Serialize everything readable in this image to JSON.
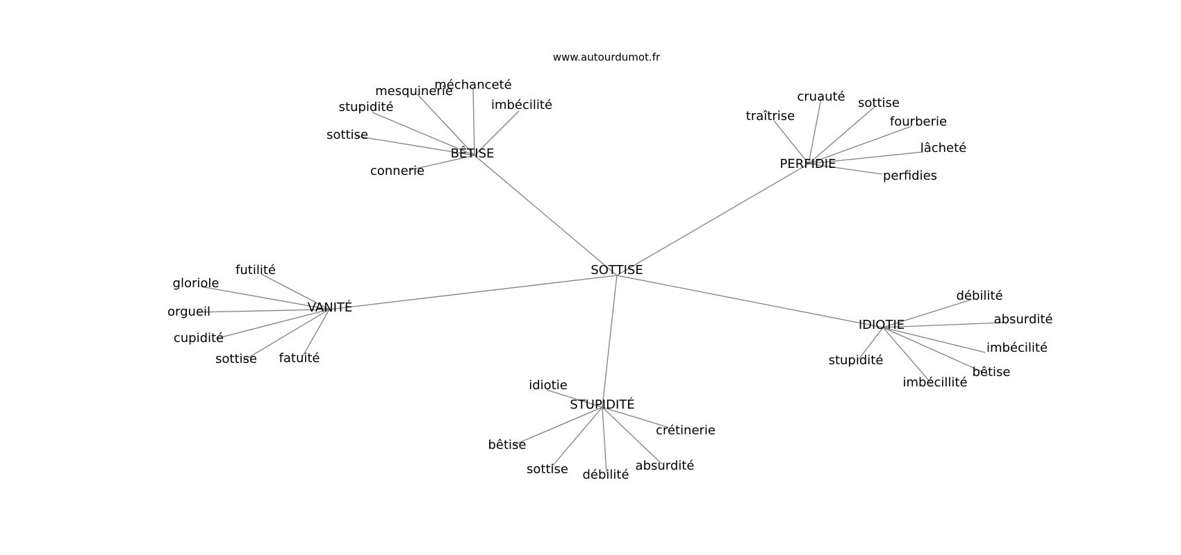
{
  "source_label": "www.autourdumot.fr",
  "center": {
    "label": "SOTTISE"
  },
  "hubs": [
    {
      "id": "betise",
      "label": "BÊTISE",
      "leaves": [
        "méchanceté",
        "mesquinerie",
        "imbécilité",
        "stupidité",
        "sottise",
        "connerie"
      ]
    },
    {
      "id": "perfidie",
      "label": "PERFIDIE",
      "leaves": [
        "cruauté",
        "sottise",
        "traîtrise",
        "fourberie",
        "lâcheté",
        "perfidies"
      ]
    },
    {
      "id": "vanite",
      "label": "VANITÉ",
      "leaves": [
        "futilité",
        "gloriole",
        "orgueil",
        "cupidité",
        "sottise",
        "fatuité"
      ]
    },
    {
      "id": "idiotie",
      "label": "IDIOTIE",
      "leaves": [
        "débilité",
        "absurdité",
        "imbécilité",
        "stupidité",
        "bêtise",
        "imbécillité"
      ]
    },
    {
      "id": "stupidite",
      "label": "STUPIDITÉ",
      "leaves": [
        "idiotie",
        "crétinerie",
        "bêtise",
        "sottise",
        "débilité",
        "absurdité"
      ]
    }
  ]
}
